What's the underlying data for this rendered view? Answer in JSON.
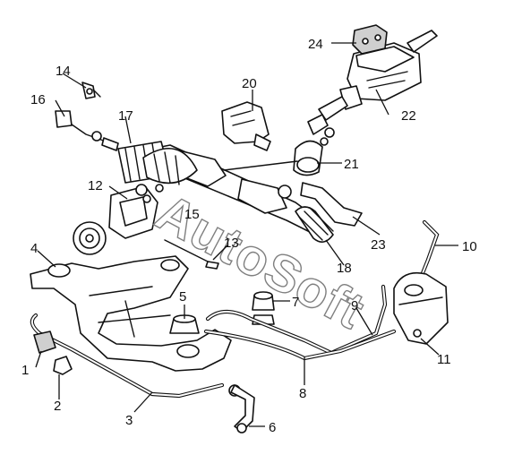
{
  "callouts": [
    {
      "id": "1",
      "text": "1"
    },
    {
      "id": "2",
      "text": "2"
    },
    {
      "id": "3",
      "text": "3"
    },
    {
      "id": "4",
      "text": "4"
    },
    {
      "id": "5",
      "text": "5"
    },
    {
      "id": "6",
      "text": "6"
    },
    {
      "id": "7",
      "text": "7"
    },
    {
      "id": "8",
      "text": "8"
    },
    {
      "id": "9",
      "text": "9"
    },
    {
      "id": "10",
      "text": "10"
    },
    {
      "id": "11",
      "text": "11"
    },
    {
      "id": "12",
      "text": "12"
    },
    {
      "id": "13",
      "text": "13"
    },
    {
      "id": "14",
      "text": "14"
    },
    {
      "id": "15",
      "text": "15"
    },
    {
      "id": "16",
      "text": "16"
    },
    {
      "id": "17",
      "text": "17"
    },
    {
      "id": "18",
      "text": "18"
    },
    {
      "id": "20",
      "text": "20"
    },
    {
      "id": "21",
      "text": "21"
    },
    {
      "id": "22",
      "text": "22"
    },
    {
      "id": "23",
      "text": "23"
    },
    {
      "id": "24",
      "text": "24"
    }
  ],
  "watermark": "AutoSoft",
  "colors": {
    "ink": "#111111",
    "watermark": "#7f7f7f",
    "background": "#ffffff"
  }
}
